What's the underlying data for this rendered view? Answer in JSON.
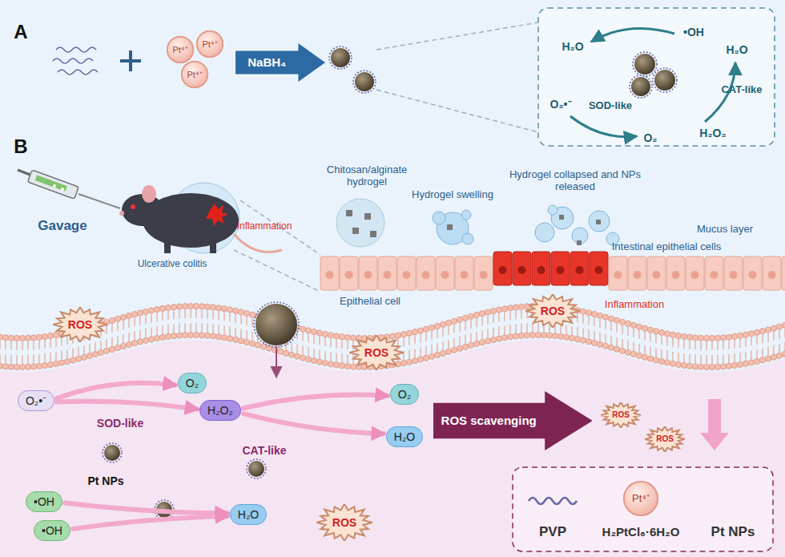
{
  "diagram": {
    "nodes": [
      {
        "text": [
          "NaBH₄"
        ]
      },
      {
        "text": [
          "Pt⁴⁺"
        ]
      },
      {
        "text": [
          "Pt⁴⁺"
        ]
      },
      {
        "text": [
          "Pt⁴⁺"
        ]
      },
      {
        "text": [
          "ROS"
        ]
      },
      {
        "text": [
          "ROS"
        ]
      },
      {
        "text": [
          "ROS"
        ]
      },
      {
        "text": [
          "O₂•⁻"
        ]
      },
      {
        "text": [
          "O₂"
        ]
      },
      {
        "text": [
          "H₂O₂"
        ]
      },
      {
        "text": [
          "•OH"
        ]
      },
      {
        "text": [
          "•OH"
        ]
      },
      {
        "text": [
          "H₂O"
        ]
      },
      {
        "text": [
          "ROS"
        ]
      },
      {
        "text": [
          "O₂"
        ]
      },
      {
        "text": [
          "H₂O"
        ]
      },
      {
        "text": [
          "ROS scavenging"
        ]
      },
      {
        "text": [
          "ROS"
        ]
      },
      {
        "text": [
          "ROS"
        ]
      },
      {
        "text": [
          "Pt⁴⁺"
        ]
      }
    ],
    "edges": [
      {
        "from": 7,
        "to": 8,
        "arrow": "to"
      },
      {
        "from": 7,
        "to": 9,
        "arrow": "to",
        "label": "SOD-like"
      },
      {
        "from": 9,
        "to": 14,
        "arrow": "to"
      },
      {
        "from": 9,
        "to": 15,
        "arrow": "to",
        "label": "CAT-like"
      },
      {
        "from": 10,
        "to": 12,
        "arrow": "to"
      },
      {
        "from": 11,
        "to": 12,
        "arrow": "to"
      }
    ],
    "labels": [
      "A",
      "H₂O",
      "•OH",
      "H₂O",
      "CAT-like",
      "O₂•⁻",
      "SOD-like",
      "O₂",
      "H₂O₂",
      "B",
      "Gavage",
      "Inflammation",
      "Ulcerative colitis",
      "Chitosan/alginate hydrogel",
      "Hydrogel swelling",
      "Hydrogel collapsed and NPs released",
      "Mucus layer",
      "Intestinal epithelial cells",
      "Epithelial cell",
      "Inflammation",
      "Pt NPs"
    ],
    "legend": [
      {
        "text": "PVP"
      },
      {
        "text": "H₂PtCl₆·6H₂O"
      },
      {
        "text": "Pt NPs"
      }
    ]
  }
}
